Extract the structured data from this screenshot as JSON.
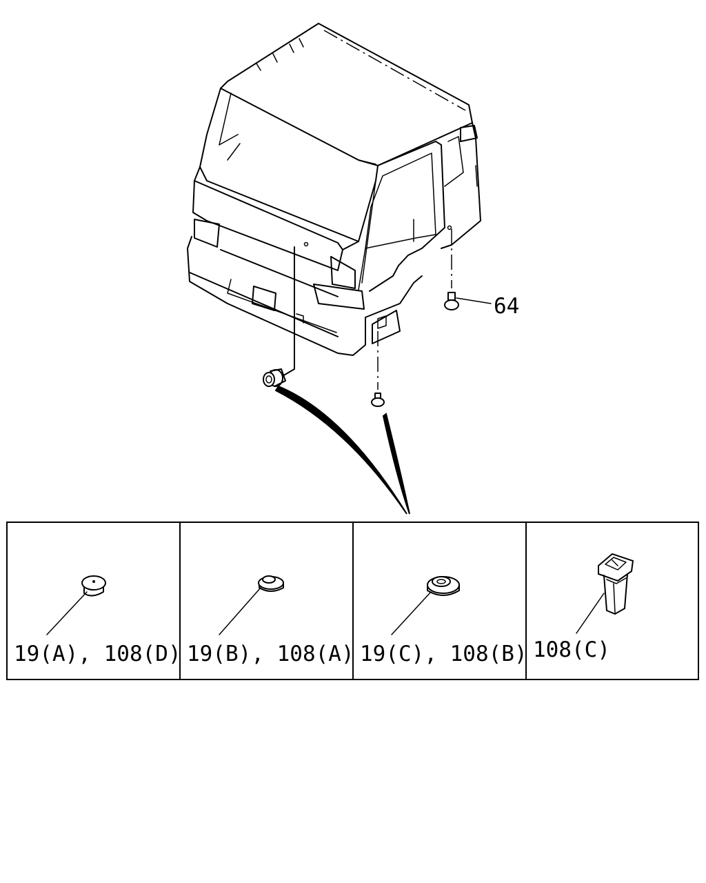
{
  "callouts": {
    "bolt_side": "64"
  },
  "table": {
    "cells": [
      {
        "label": "19(A), 108(D)"
      },
      {
        "label": "19(B), 108(A)"
      },
      {
        "label": "19(C), 108(B)"
      },
      {
        "label": "108(C)"
      }
    ]
  }
}
